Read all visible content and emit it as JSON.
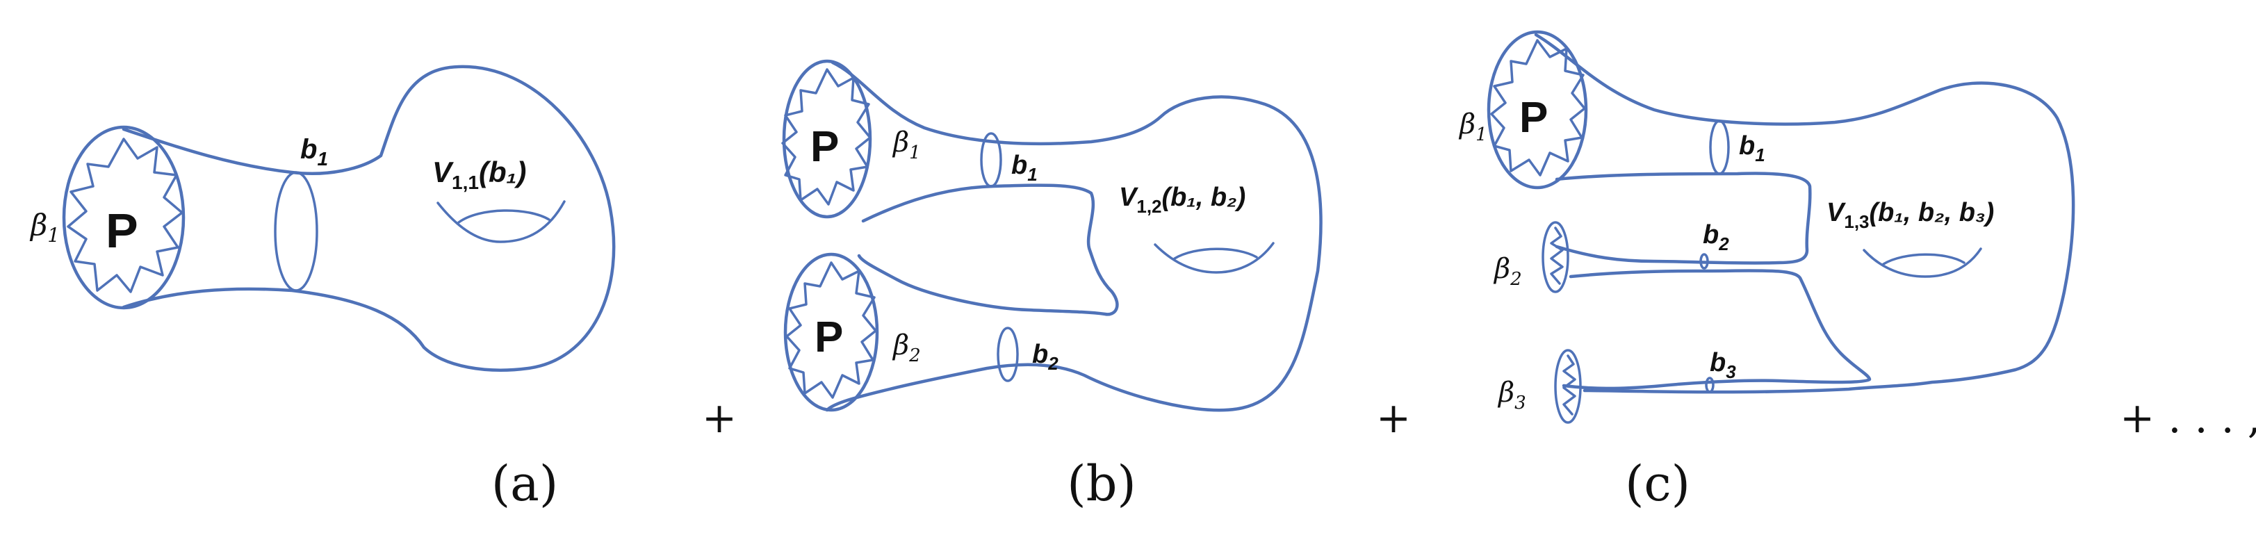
{
  "panels": [
    {
      "caption": "(a)",
      "boundaries": [
        {
          "puncture": "P",
          "beta": "β",
          "beta_sub": "1",
          "b": "b",
          "b_sub": "1"
        }
      ],
      "volume": {
        "V": "V",
        "sub": "1,1",
        "args": [
          "b₁"
        ],
        "text": "(b₁)"
      }
    },
    {
      "caption": "(b)",
      "boundaries": [
        {
          "puncture": "P",
          "beta": "β",
          "beta_sub": "1",
          "b": "b",
          "b_sub": "1"
        },
        {
          "puncture": "P",
          "beta": "β",
          "beta_sub": "2",
          "b": "b",
          "b_sub": "2"
        }
      ],
      "volume": {
        "V": "V",
        "sub": "1,2",
        "text": "(b₁, b₂)"
      }
    },
    {
      "caption": "(c)",
      "boundaries": [
        {
          "puncture": "P",
          "beta": "β",
          "beta_sub": "1",
          "b": "b",
          "b_sub": "1"
        },
        {
          "beta": "β",
          "beta_sub": "2",
          "b": "b",
          "b_sub": "2"
        },
        {
          "beta": "β",
          "beta_sub": "3",
          "b": "b",
          "b_sub": "3"
        }
      ],
      "volume": {
        "V": "V",
        "sub": "1,3",
        "text": "(b₁, b₂, b₃)"
      }
    }
  ],
  "operators": {
    "plus": "+",
    "tail": "+ . . . ,"
  },
  "colors": {
    "stroke": "#4f72b8",
    "text": "#111111"
  }
}
